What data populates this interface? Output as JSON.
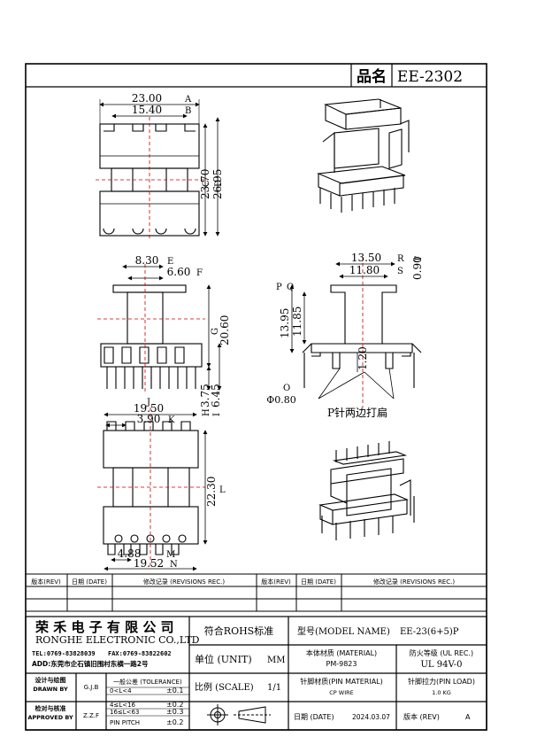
{
  "title_block": {
    "part_label": "品名",
    "part_number": "EE-2302"
  },
  "views": {
    "front": {
      "dims": {
        "a": "23.00",
        "a_ref": "A",
        "b": "15.40",
        "b_ref": "B",
        "c": "23.70",
        "c_ref": "C",
        "d": "26.95",
        "d_ref": "D"
      }
    },
    "side": {
      "dims": {
        "e": "8.30",
        "e_ref": "E",
        "f": "6.60",
        "f_ref": "F",
        "g": "20.60",
        "g_ref": "G",
        "h": "3.75",
        "h_ref": "H",
        "i": "6.45",
        "i_ref": "I"
      }
    },
    "bottom": {
      "dims": {
        "j": "19.50",
        "j_ref": "J",
        "k": "3.90",
        "k_ref": "K",
        "l": "22.30",
        "l_ref": "L",
        "m": "4.88",
        "m_ref": "M",
        "n": "19.52",
        "n_ref": "N"
      }
    },
    "section": {
      "dims": {
        "r": "13.50",
        "r_ref": "R",
        "s": "11.80",
        "s_ref": "S",
        "t": "0.90",
        "t_ref": "T",
        "p_ref": "P",
        "q_ref": "Q",
        "h1": "13.95",
        "h2": "11.85",
        "pin_h": "1.20",
        "o": "Φ0.80",
        "o_ref": "O"
      },
      "note": "P针两边打扁"
    }
  },
  "revision_table": {
    "headers": [
      "版本(REV)",
      "日期 (DATE)",
      "修改记录 (REVISIONS REC.)",
      "版本(REV)",
      "日期 (DATE)",
      "修改记录 (REVISIONS REC.)"
    ]
  },
  "company": {
    "name_cn": "荣 禾 电 子 有 限 公 司",
    "name_en": "RONGHE ELECTRONIC CO.,LTD",
    "tel": "TEL:0769-83828039",
    "fax": "FAX:0769-83822602",
    "address": "ADD:东莞市企石镇旧围村东横一路2号"
  },
  "specs": {
    "rohs": "符合ROHS标准",
    "unit_label": "单位 (UNIT)",
    "unit_value": "MM",
    "scale_label": "比例 (SCALE)",
    "scale_value": "1/1",
    "model_label": "型号(MODEL NAME)",
    "model_value": "EE-23(6+5)P",
    "material_label": "本体材质 (MATERIAL)",
    "material_value": "PM-9823",
    "fire_label": "防火等级 (UL REC.)",
    "fire_value": "UL 94V-0",
    "pin_material_label": "针脚材质(PIN MATERIAL)",
    "pin_material_value": "CP WIRE",
    "pin_load_label": "针脚拉力(PIN LOAD)",
    "pin_load_value": "1.0 KG",
    "date_label": "日期 (DATE)",
    "date_value": "2024.03.07",
    "rev_label": "版本 (REV)",
    "rev_value": "A"
  },
  "signoff": {
    "drawn_label_cn": "设计与绘图",
    "drawn_label_en": "DRAWN BY",
    "drawn_value": "G.J.B",
    "approved_label_cn": "检对与核准",
    "approved_label_en": "APPROVED BY",
    "approved_value": "Z.Z.F"
  },
  "tolerance": {
    "header": "一般公差 (TOLERANCE)",
    "rows": [
      {
        "range": "0<L<4",
        "value": "±0.1"
      },
      {
        "range": "4≤L<16",
        "value": "±0.2"
      },
      {
        "range": "16≤L<63",
        "value": "±0.3"
      },
      {
        "range": "PIN PITCH",
        "value": "±0.2"
      }
    ]
  }
}
